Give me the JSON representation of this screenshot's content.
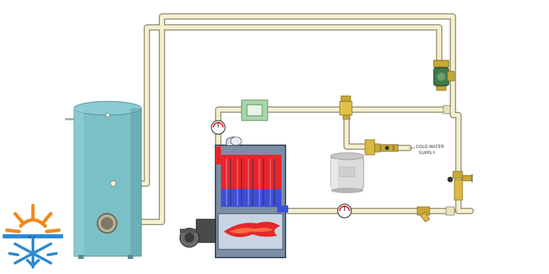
{
  "labels": {
    "cold_water_line1": "COLD WATER",
    "cold_water_line2": "SUPPLY"
  },
  "components": {
    "storage_tank": "indirect-water-heater-tank",
    "boiler": "boiler",
    "burner": "oil-burner",
    "expansion_tank": "expansion-tank",
    "control": "aquastat-control",
    "circulator": "circulator-pump",
    "relief_valve": "pressure-relief-valve",
    "pressure_reducing_valve": "pressure-reducing-valve",
    "thermometer": "temperature-gauge",
    "strainer": "y-strainer",
    "logo": "snowflake-sun-logo"
  },
  "colors": {
    "pipe": "#f3efcf",
    "pipe_outline": "#8f8c72",
    "tank": "#7bbfc7",
    "tank_dark": "#5a9aa2",
    "boiler_body": "#7a8ea6",
    "hot": "#e6262b",
    "cold": "#3d4fd6",
    "valve_brass": "#c8a836",
    "logo_orange": "#f08a1c",
    "logo_blue": "#2a8ad4"
  }
}
